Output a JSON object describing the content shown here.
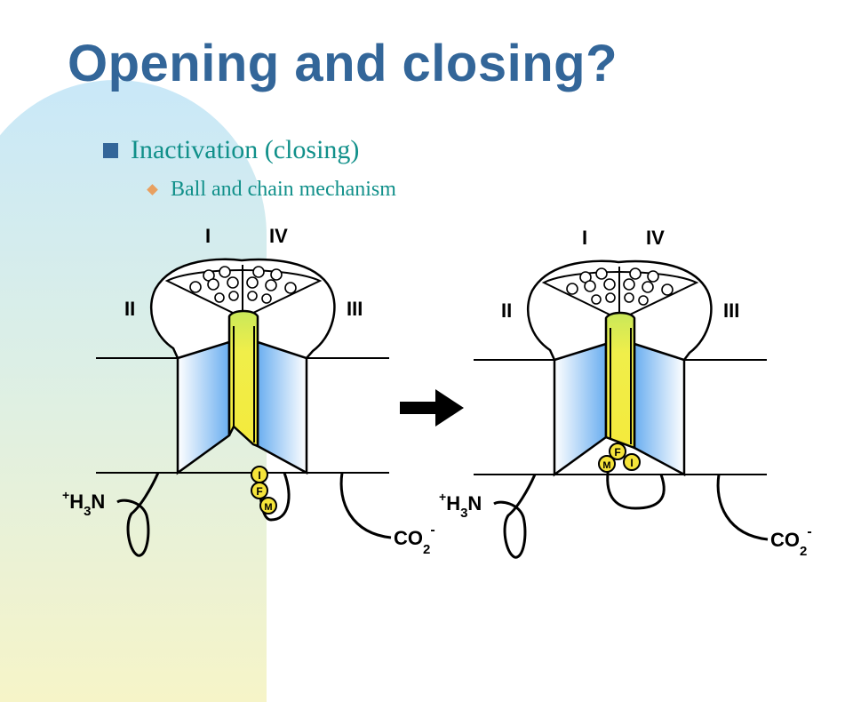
{
  "slide": {
    "title": "Opening and closing?",
    "bullet_level1": "Inactivation (closing)",
    "bullet_level2": "Ball and chain mechanism"
  },
  "diagram": {
    "left_panel": {
      "domain_labels": [
        "I",
        "IV",
        "II",
        "III"
      ],
      "ball_labels": [
        "I",
        "F",
        "M"
      ],
      "n_terminus": {
        "charge": "+",
        "main": "H",
        "sub": "3",
        "tail": "N"
      },
      "c_terminus": {
        "main": "CO",
        "sub": "2",
        "charge": "-"
      }
    },
    "right_panel": {
      "domain_labels": [
        "I",
        "IV",
        "II",
        "III"
      ],
      "ball_labels": [
        "F",
        "M",
        "I"
      ],
      "n_terminus": {
        "charge": "+",
        "main": "H",
        "sub": "3",
        "tail": "N"
      },
      "c_terminus": {
        "main": "CO",
        "sub": "2",
        "charge": "-"
      }
    },
    "arrow_icon": "right-arrow-icon",
    "colors": {
      "channel_blue": "#6aaef0",
      "pore_yellow": "#f0ee4a",
      "ball_yellow": "#f5e43a",
      "title_blue": "#336699",
      "bullet_teal": "#11908a"
    }
  }
}
